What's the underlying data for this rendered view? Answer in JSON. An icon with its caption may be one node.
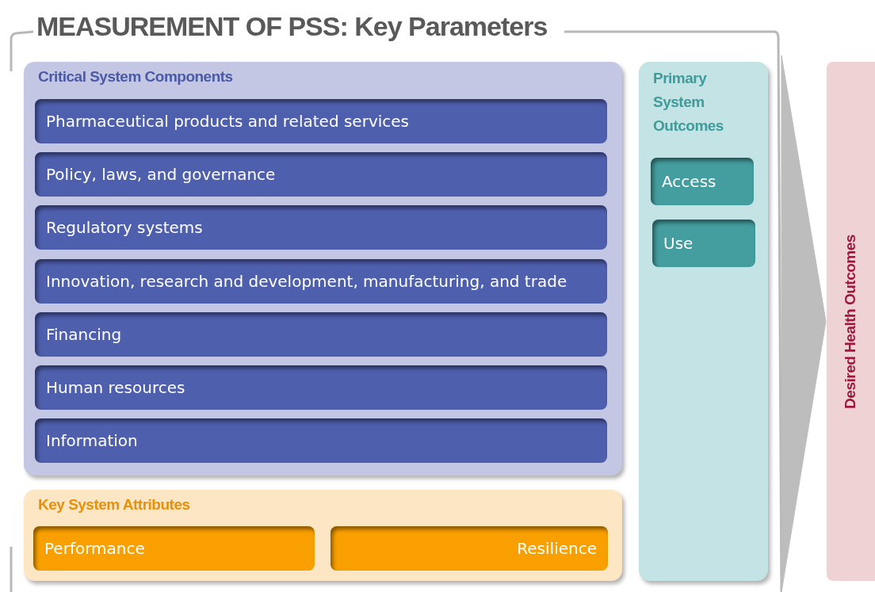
{
  "diagram": {
    "nodes": [
      {
        "text": [
          "MEASUREMENT OF PSS: Key Parameters"
        ]
      },
      {
        "text": [
          "Critical System Components"
        ],
        "in": 0
      },
      {
        "text": [
          "Pharmaceutical products and related services"
        ],
        "in": 1
      },
      {
        "text": [
          "Policy, laws, and governance"
        ],
        "in": 1
      },
      {
        "text": [
          "Regulatory systems"
        ],
        "in": 1
      },
      {
        "text": [
          "Innovation, research and development, manufacturing, and trade"
        ],
        "in": 1
      },
      {
        "text": [
          "Financing"
        ],
        "in": 1
      },
      {
        "text": [
          "Human resources"
        ],
        "in": 1
      },
      {
        "text": [
          "Information"
        ],
        "in": 1
      },
      {
        "text": [
          "Key System Attributes"
        ],
        "in": 0
      },
      {
        "text": [
          "Performance"
        ],
        "in": 9
      },
      {
        "text": [
          "Resilience"
        ],
        "in": 9
      },
      {
        "text": [
          "Primary System Outcomes"
        ],
        "in": 0
      },
      {
        "text": [
          "Access"
        ],
        "in": 12
      },
      {
        "text": [
          "Use"
        ],
        "in": 12
      },
      {
        "text": [
          "Desired Health Outcomes"
        ]
      }
    ],
    "edges": [
      {
        "from": 0,
        "to": 15,
        "arrow": "to"
      }
    ]
  }
}
